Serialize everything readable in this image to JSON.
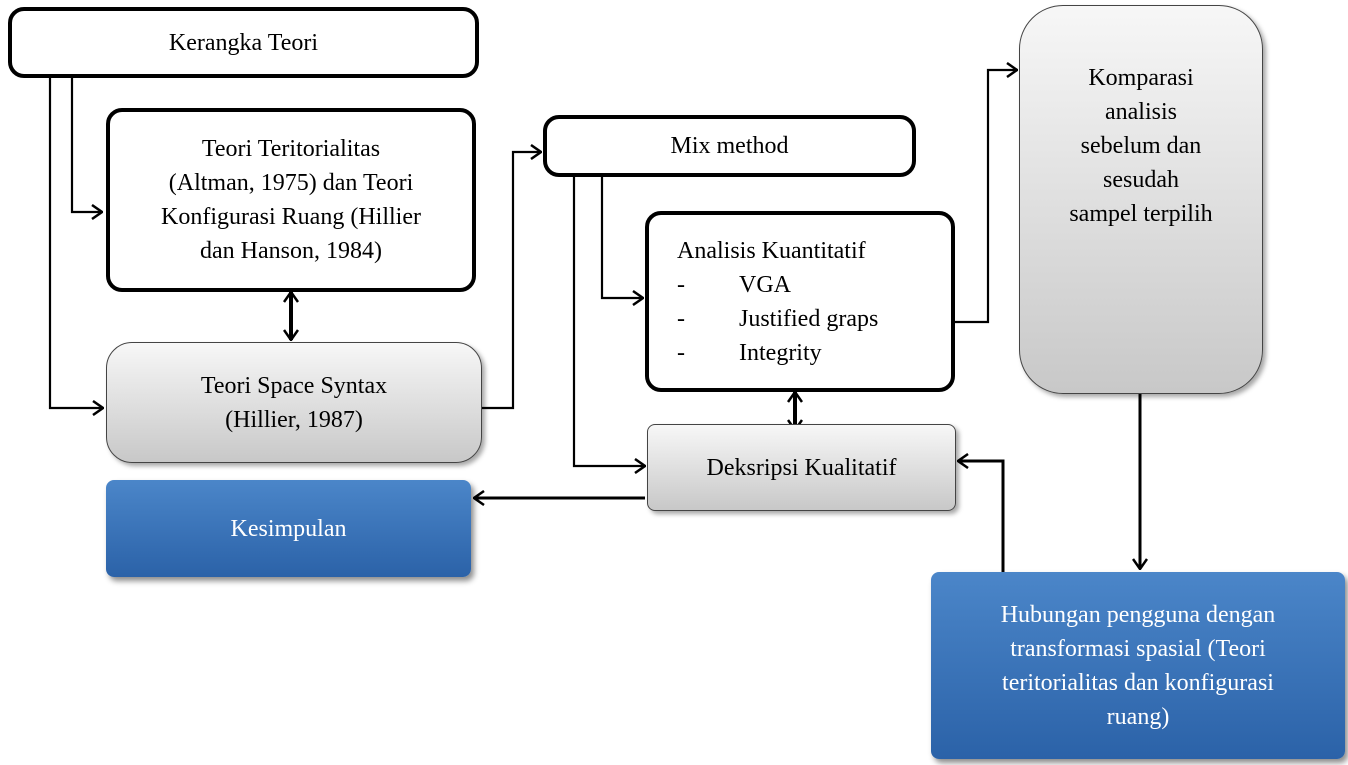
{
  "nodes": {
    "kerangka": {
      "text": "Kerangka Teori"
    },
    "teritorialitas": {
      "lines": [
        "Teori Teritorialitas",
        "(Altman, 1975) dan Teori",
        "Konfigurasi Ruang (Hillier",
        "dan Hanson, 1984)"
      ]
    },
    "space_syntax": {
      "lines": [
        "Teori Space Syntax",
        "(Hillier, 1987)"
      ]
    },
    "kesimpulan": {
      "text": "Kesimpulan"
    },
    "mix_method": {
      "text": "Mix method"
    },
    "kuantitatif": {
      "title": "Analisis Kuantitatif",
      "items": [
        "VGA",
        "Justified graps",
        "Integrity"
      ],
      "bullet": "-"
    },
    "kualitatif": {
      "text": "Deksripsi Kualitatif"
    },
    "komparasi": {
      "lines": [
        "Komparasi",
        "analisis",
        "sebelum dan",
        "sesudah",
        "sampel terpilih"
      ]
    },
    "hubungan": {
      "lines": [
        "Hubungan pengguna dengan",
        "transformasi spasial (Teori",
        "teritorialitas dan konfigurasi",
        "ruang)"
      ]
    }
  },
  "colors": {
    "line": "#000000",
    "blue_box": "#3a74bb",
    "grey_box": "#dcdcdc"
  }
}
